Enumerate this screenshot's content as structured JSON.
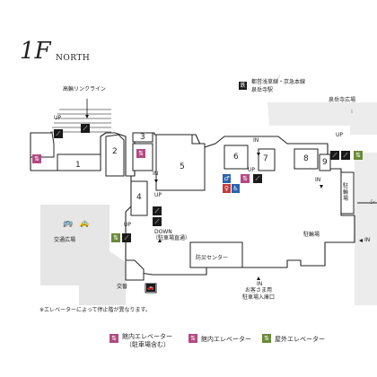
{
  "floor": {
    "title": "1F",
    "direction": "NORTH"
  },
  "areas": {
    "a1": "1",
    "a2": "2",
    "a3": "3",
    "a4": "4",
    "a5": "5",
    "a6": "6",
    "a7": "7",
    "a8": "8",
    "a9": "9"
  },
  "places": {
    "overpass": "高輪リンクライン",
    "station_line1": "都営浅草線・京急本線",
    "station_line2": "泉岳寺駅",
    "temple_plaza": "泉岳寺広場",
    "transit_plaza": "交通広場",
    "parking": "駐輪場",
    "parking_side": "駐輪場",
    "disaster_center": "防災センター",
    "koban": "交番",
    "guest_entrance_1": "お客さま用",
    "guest_entrance_2": "駐車場入庫口",
    "parking_passage": "（駐車場直通）",
    "side_edge": "シ"
  },
  "markers": {
    "up": "UP",
    "down": "DOWN",
    "in": "IN"
  },
  "note": "※エレベーターによって停止階が異なります。",
  "legend": {
    "elevator_parking_1": "館内エレベーター",
    "elevator_parking_2": "（駐車場含む）",
    "elevator_inside": "館内エレベーター",
    "elevator_outside": "屋外エレベーター"
  },
  "colors": {
    "elevator_inside": "#b24a83",
    "elevator_outside": "#6a8a3a",
    "wc_male": "#2b62b0",
    "wc_female": "#c43a3a",
    "gray_zone": "#e6e6e6"
  }
}
